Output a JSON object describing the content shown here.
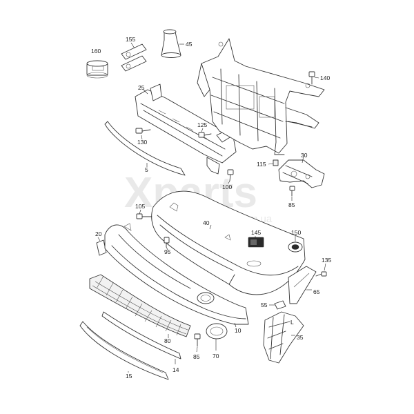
{
  "watermark": {
    "brand": "Xparts",
    "domain": "com.ua"
  },
  "labels": {
    "p160": "160",
    "p155": "155",
    "p45": "45",
    "p25": "25",
    "p140": "140",
    "p125": "125",
    "p130": "130",
    "p5": "5",
    "p30": "30",
    "p115": "115",
    "p100": "100",
    "p85a": "85",
    "p105": "105",
    "p40": "40",
    "p145": "145",
    "p150": "150",
    "p20": "20",
    "p95": "95",
    "p135": "135",
    "p65": "65",
    "p55": "55",
    "p35": "35",
    "p10": "10",
    "p80": "80",
    "p85b": "85",
    "p70": "70",
    "p14": "14",
    "p15": "15"
  },
  "part_marking": "L"
}
